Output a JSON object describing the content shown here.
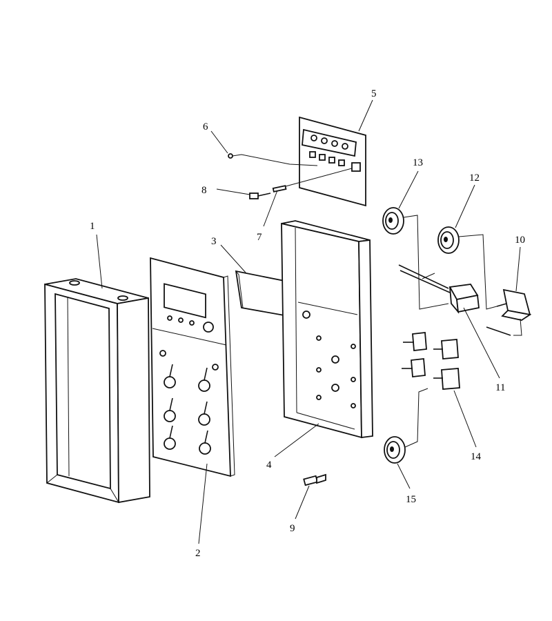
{
  "diagram": {
    "type": "exploded-parts-view",
    "callouts": [
      {
        "id": "1",
        "label": "1"
      },
      {
        "id": "2",
        "label": "2"
      },
      {
        "id": "3",
        "label": "3"
      },
      {
        "id": "4",
        "label": "4"
      },
      {
        "id": "5",
        "label": "5"
      },
      {
        "id": "6",
        "label": "6"
      },
      {
        "id": "7",
        "label": "7"
      },
      {
        "id": "8",
        "label": "8"
      },
      {
        "id": "9",
        "label": "9"
      },
      {
        "id": "10",
        "label": "10"
      },
      {
        "id": "11",
        "label": "11"
      },
      {
        "id": "12",
        "label": "12"
      },
      {
        "id": "13",
        "label": "13"
      },
      {
        "id": "14",
        "label": "14"
      },
      {
        "id": "15",
        "label": "15"
      }
    ]
  }
}
